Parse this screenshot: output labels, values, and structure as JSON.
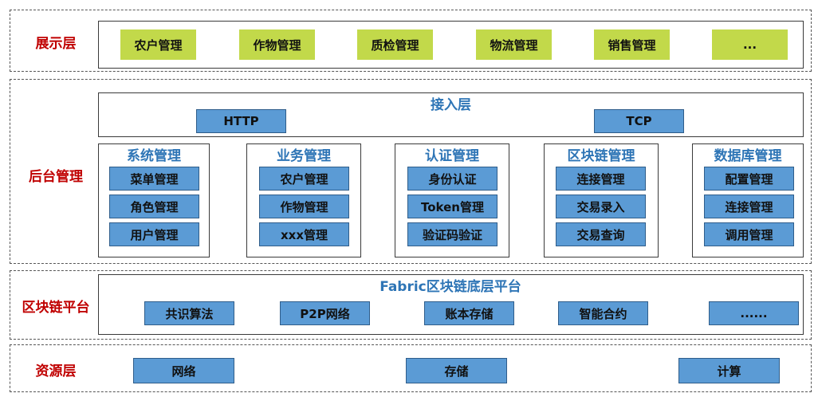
{
  "layers": {
    "presentation": {
      "label": "展示层",
      "items": [
        "农户管理",
        "作物管理",
        "质检管理",
        "物流管理",
        "销售管理",
        "..."
      ]
    },
    "backend": {
      "label": "后台管理",
      "access": {
        "title": "接入层",
        "protocols": [
          "HTTP",
          "TCP"
        ]
      },
      "groups": [
        {
          "title": "系统管理",
          "items": [
            "菜单管理",
            "角色管理",
            "用户管理"
          ]
        },
        {
          "title": "业务管理",
          "items": [
            "农户管理",
            "作物管理",
            "xxx管理"
          ]
        },
        {
          "title": "认证管理",
          "items": [
            "身份认证",
            "Token管理",
            "验证码验证"
          ]
        },
        {
          "title": "区块链管理",
          "items": [
            "连接管理",
            "交易录入",
            "交易查询"
          ]
        },
        {
          "title": "数据库管理",
          "items": [
            "配置管理",
            "连接管理",
            "调用管理"
          ]
        }
      ]
    },
    "blockchain": {
      "label": "区块链平台",
      "title": "Fabric区块链底层平台",
      "items": [
        "共识算法",
        "P2P网络",
        "账本存储",
        "智能合约",
        "......"
      ]
    },
    "resource": {
      "label": "资源层",
      "items": [
        "网络",
        "存储",
        "计算"
      ]
    }
  },
  "colors": {
    "label_red": "#c00000",
    "title_blue": "#2e75b6",
    "box_blue": "#5b9bd5",
    "box_green": "#c2d94a"
  }
}
